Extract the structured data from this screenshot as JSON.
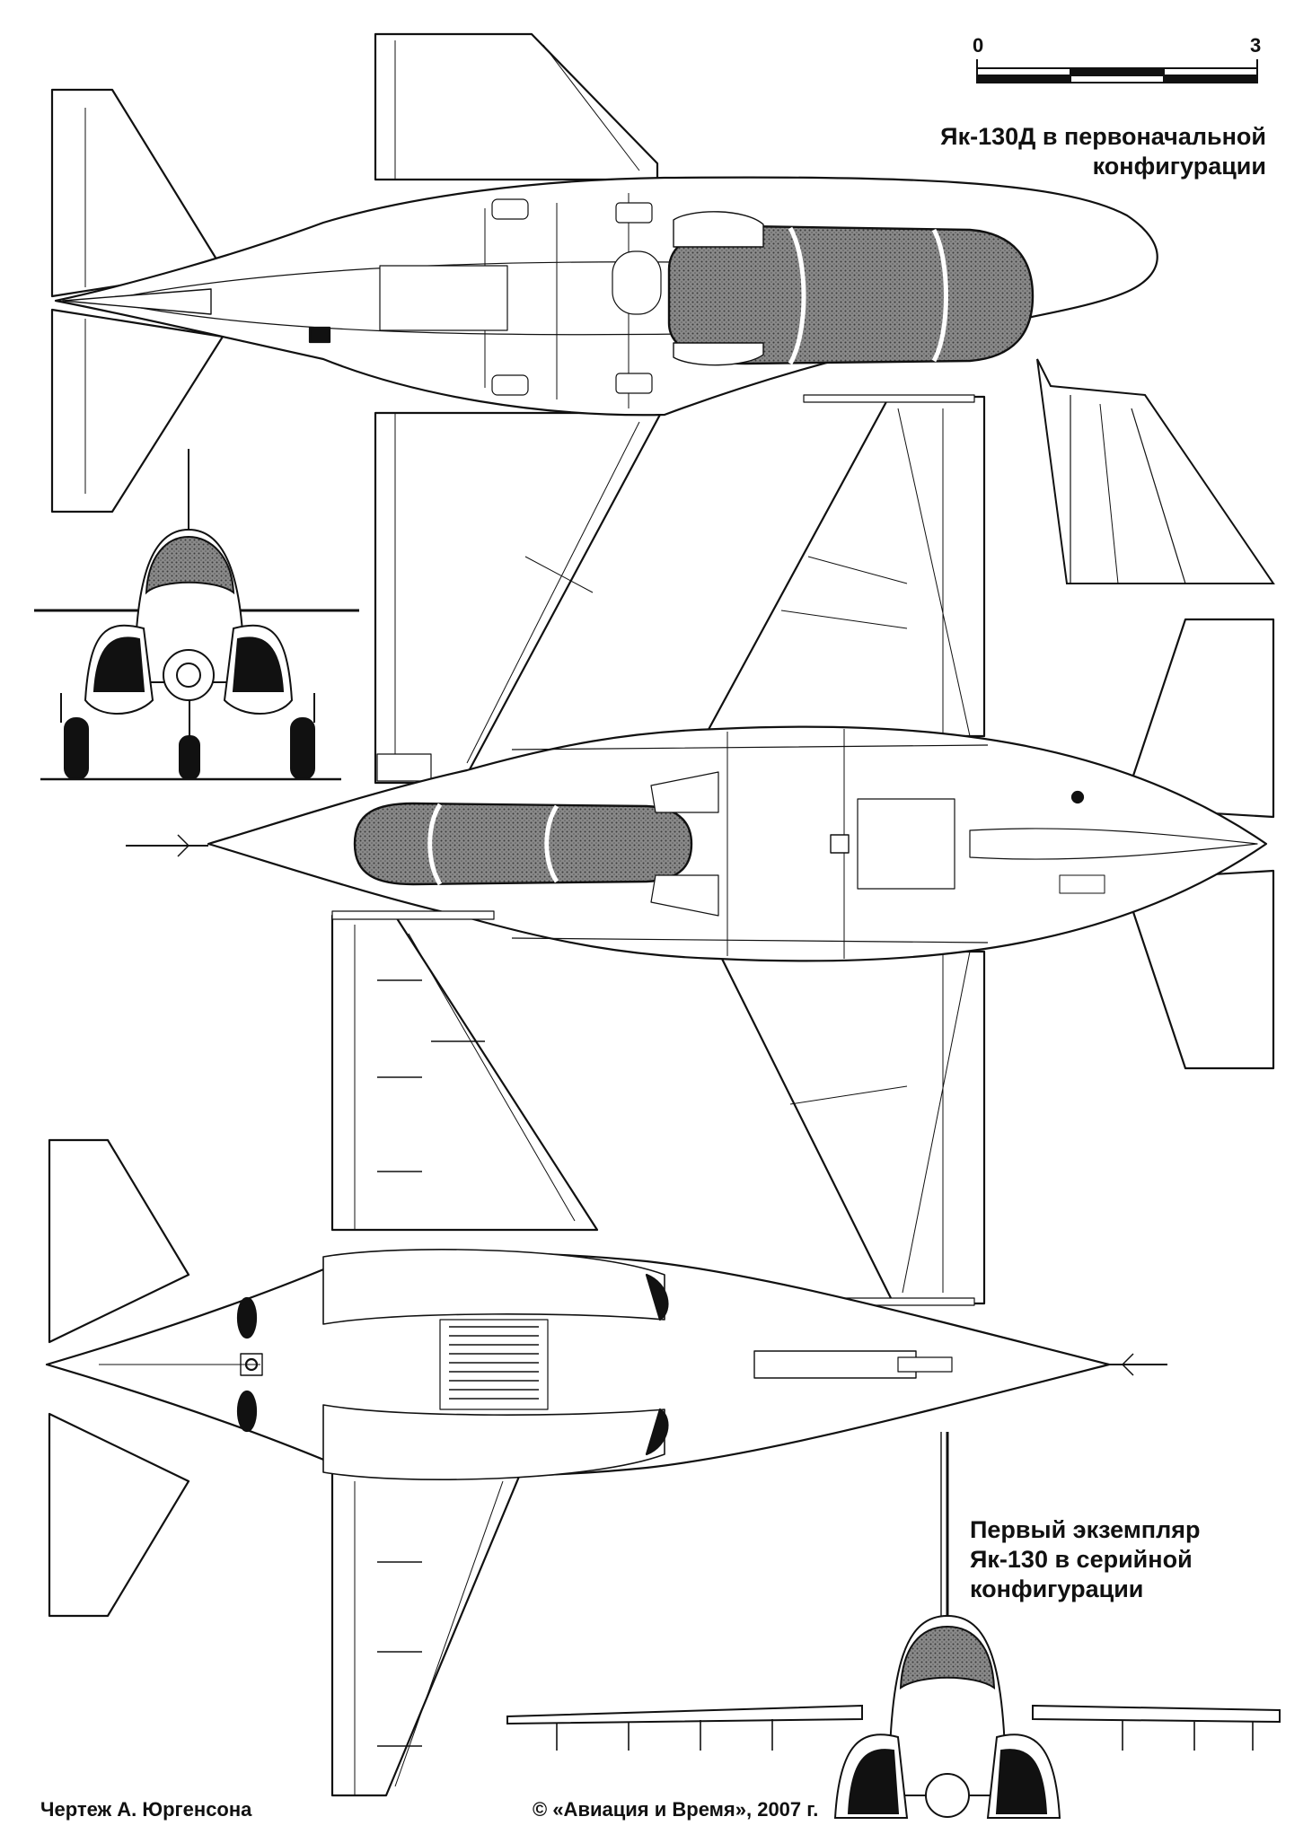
{
  "labels": {
    "top_title_line1": "Як-130Д в первоначальной",
    "top_title_line2": "конфигурации",
    "bottom_title_line1": "Первый экземпляр",
    "bottom_title_line2": "Як-130 в серийной",
    "bottom_title_line3": "конфигурации"
  },
  "scale_bar": {
    "start": "0",
    "end": "3"
  },
  "credits": {
    "author": "Чертеж А. Юргенсона",
    "copyright": "© «Авиация и Время», 2007 г."
  },
  "colors": {
    "ink": "#111111",
    "canopy": "#6e6e6e",
    "paper": "#ffffff"
  }
}
